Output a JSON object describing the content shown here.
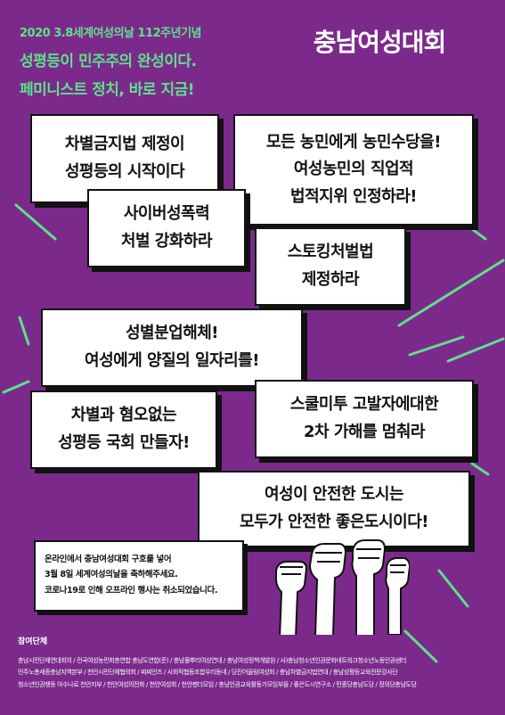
{
  "header": {
    "subtitle": "2020 3.8세계여성의날 112주년기념",
    "slogan_line1": "성평등이 민주주의 완성이다.",
    "slogan_line2": "페미니스트 정치, 바로 지금!",
    "brand": "충남여성대회"
  },
  "cards": [
    {
      "id": "card-1",
      "lines": [
        "차별금지법 제정이",
        "성평등의 시작이다"
      ]
    },
    {
      "id": "card-2",
      "lines": [
        "모든 농민에게 농민수당을!",
        "여성농민의 직업적",
        "법적지위 인정하라!"
      ]
    },
    {
      "id": "card-3",
      "lines": [
        "사이버성폭력",
        "처벌 강화하라"
      ]
    },
    {
      "id": "card-4",
      "lines": [
        "스토킹처벌법",
        "제정하라"
      ]
    },
    {
      "id": "card-5",
      "lines": [
        "성별분업해체!",
        "여성에게 양질의 일자리를!"
      ]
    },
    {
      "id": "card-6",
      "lines": [
        "차별과 혐오없는",
        "성평등 국회 만들자!"
      ]
    },
    {
      "id": "card-7",
      "lines": [
        "스쿨미투 고발자에대한",
        "2차 가해를 멈춰라"
      ]
    },
    {
      "id": "card-8",
      "lines": [
        "여성이 안전한 도시는",
        "모두가 안전한 좋은도시이다!"
      ]
    }
  ],
  "notice": {
    "line1": "온라인에서 충남여성대회 구호를 넣어",
    "line2": "3월 8일 세계여성의날을 축하해주세요.",
    "line3": "코로나19로 인해 오프라인 행사는 취소되었습니다."
  },
  "organizations": {
    "title": "참여단체",
    "line1": "충남시민단체연대회의 / 전국여성농민회총연합 충남도연합(준) / 충남풀뿌리여성연대 / 충남여성정책개발원 / 사)충남청소년인권문화네트워크청소년노동인권센터",
    "line2": "민주노총세종충남지역본부 / 천안시민단체협의회 / 찌찌언즈 / 사회적협동조합우리동네 / 당진어울림여성회 / 충남차별금지법연대 / 충남성평등교육전문강사단",
    "line3": "청소년인권행동 아수나로 천안지부 / 천안여성의전화 / 천안여성회 / 천안젠더모임 / 충남인권교육활동가모임부뜰 / 좋은도시연구소 / 민중당충남도당 / 정의당충남도당"
  },
  "colors": {
    "background": "#7b2a8c",
    "accent": "#5fe08a",
    "card": "#ffffff",
    "ink": "#111111"
  },
  "icons": {
    "illustration": "raised-fists-icon"
  }
}
